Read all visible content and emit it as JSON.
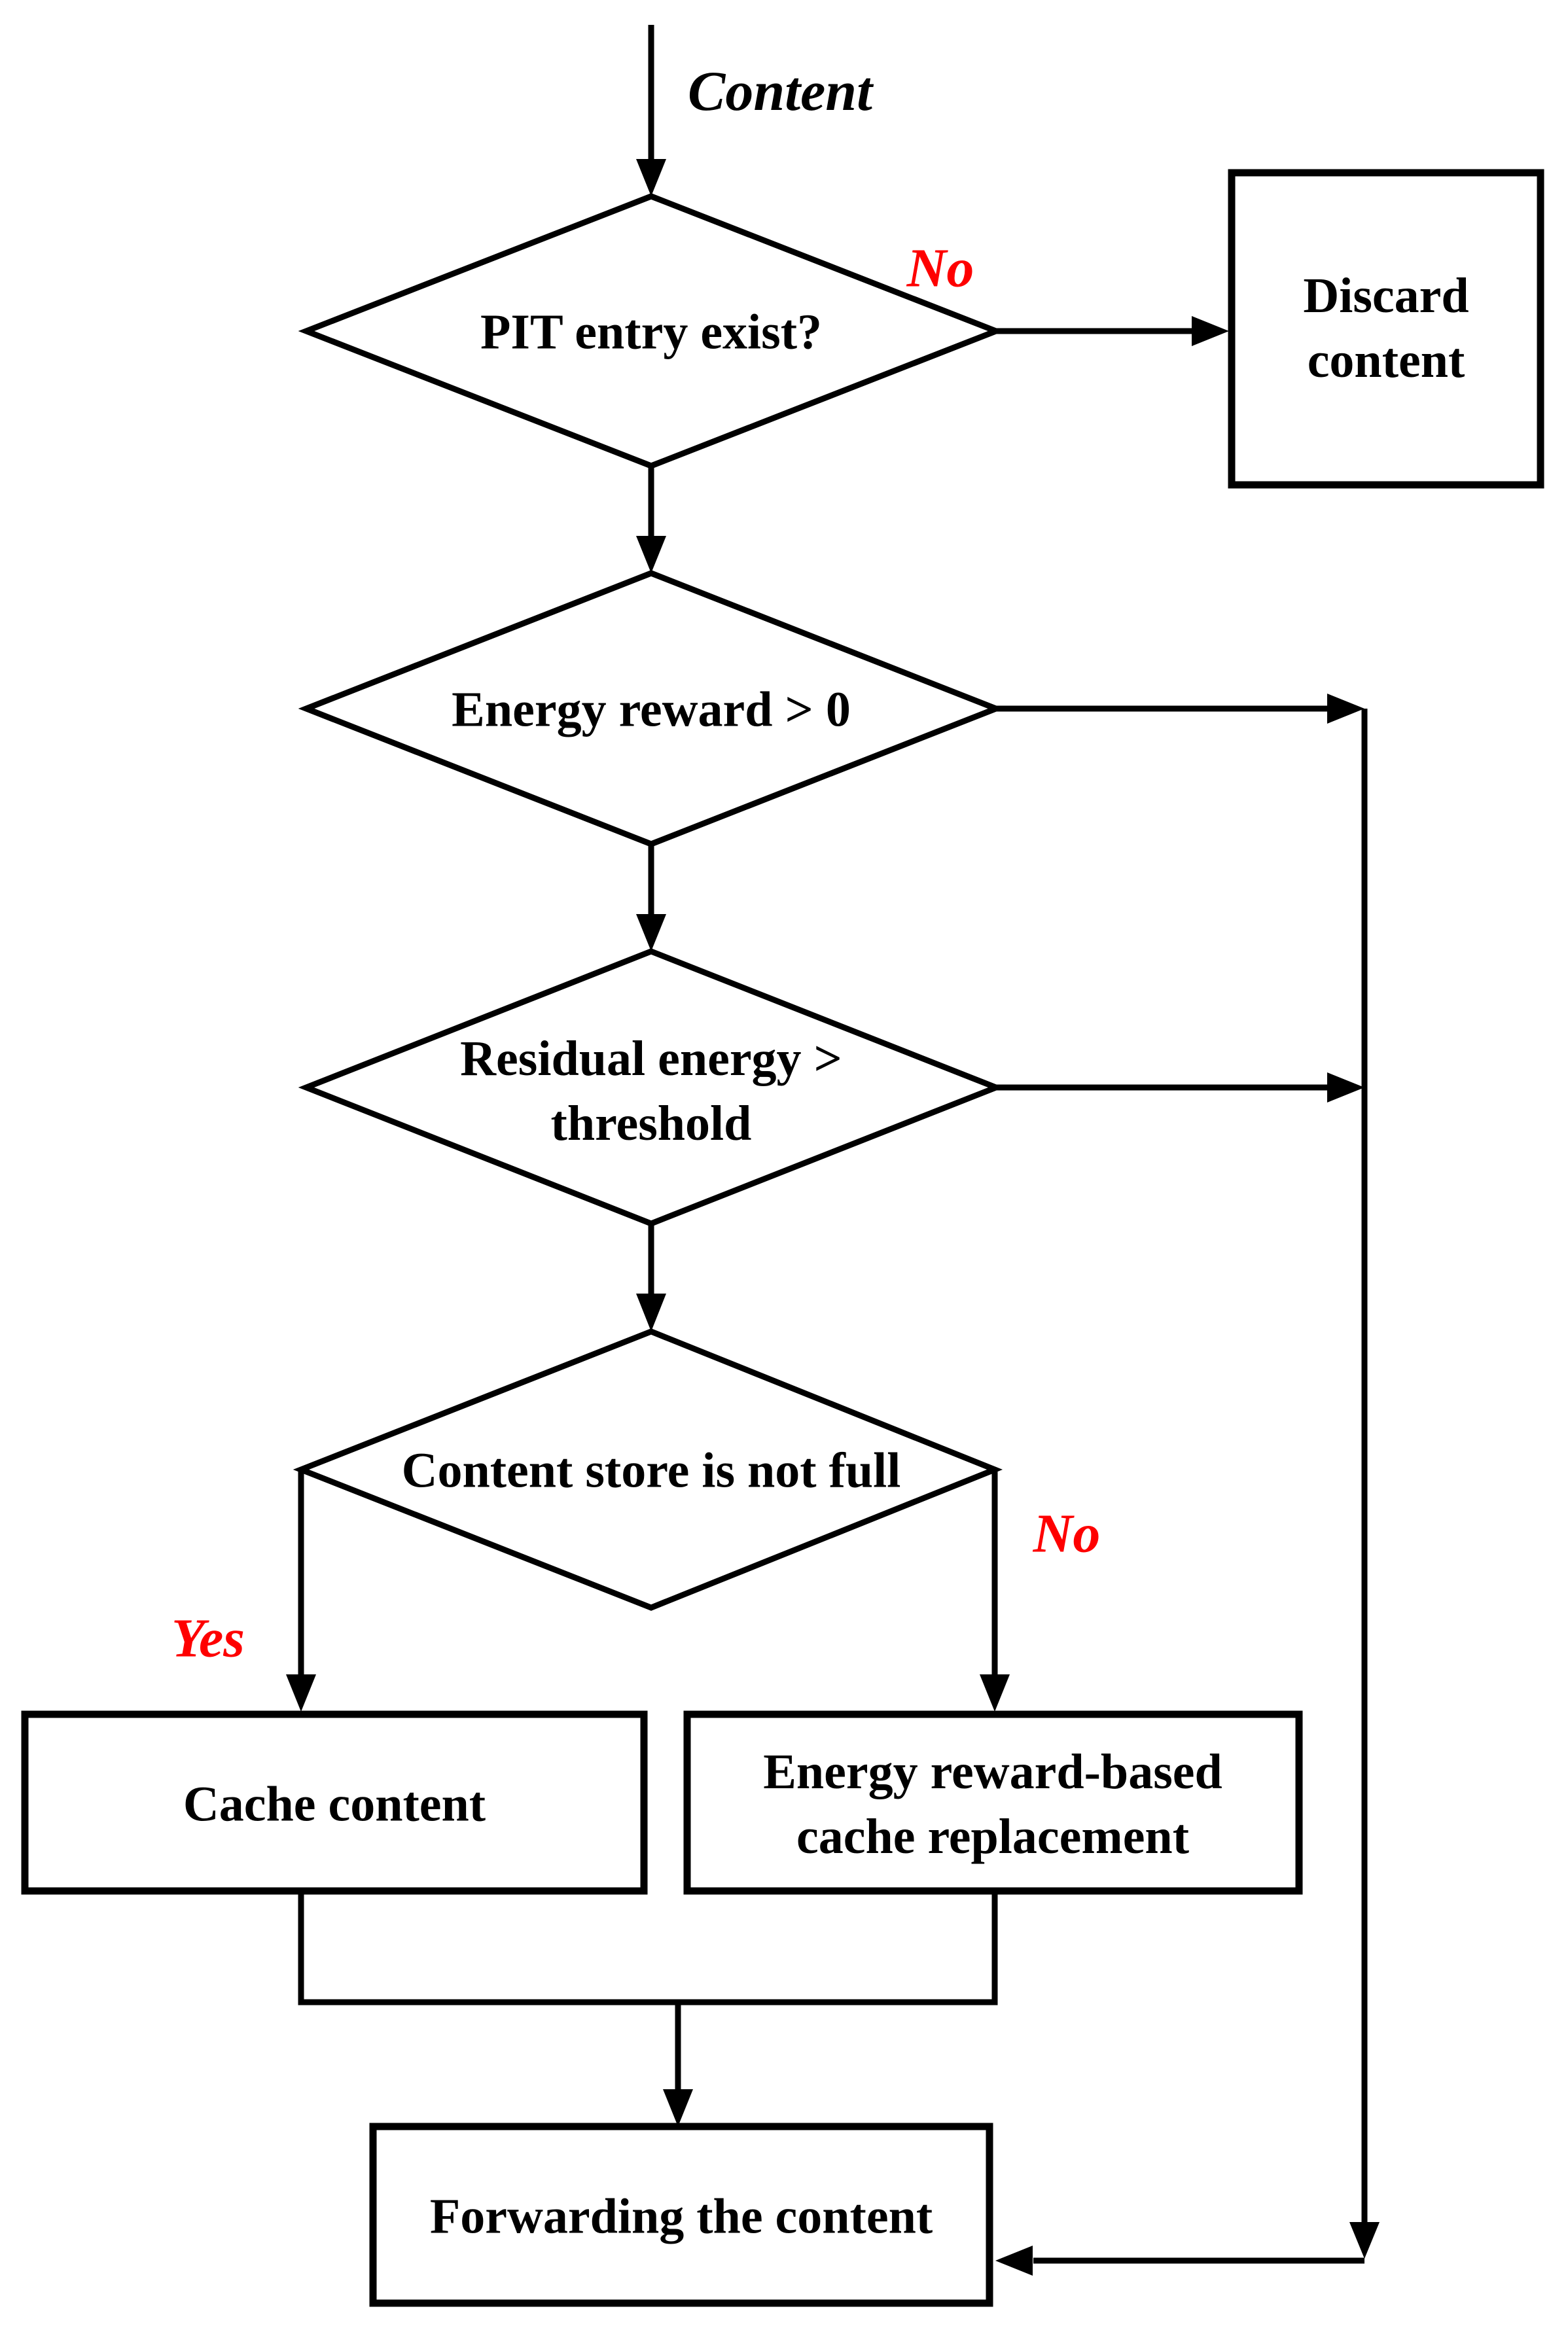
{
  "flowchart": {
    "entry_label": "Content",
    "decisions": {
      "pit": {
        "text": "PIT entry exist?"
      },
      "energy_reward": {
        "text": "Energy reward > 0"
      },
      "residual_energy": {
        "line1": "Residual energy >",
        "line2": "threshold"
      },
      "content_store": {
        "text": "Content store is not full"
      }
    },
    "processes": {
      "discard": {
        "line1": "Discard",
        "line2": "content"
      },
      "cache_content": {
        "text": "Cache content"
      },
      "cache_replacement": {
        "line1": "Energy reward-based",
        "line2": "cache replacement"
      },
      "forwarding": {
        "text": "Forwarding the content"
      }
    },
    "branch_labels": {
      "pit_no": "No",
      "content_store_yes": "Yes",
      "content_store_no": "No"
    },
    "colors": {
      "stroke": "#000000",
      "branch_label": "#FE0000",
      "background": "#FFFFFF"
    }
  }
}
